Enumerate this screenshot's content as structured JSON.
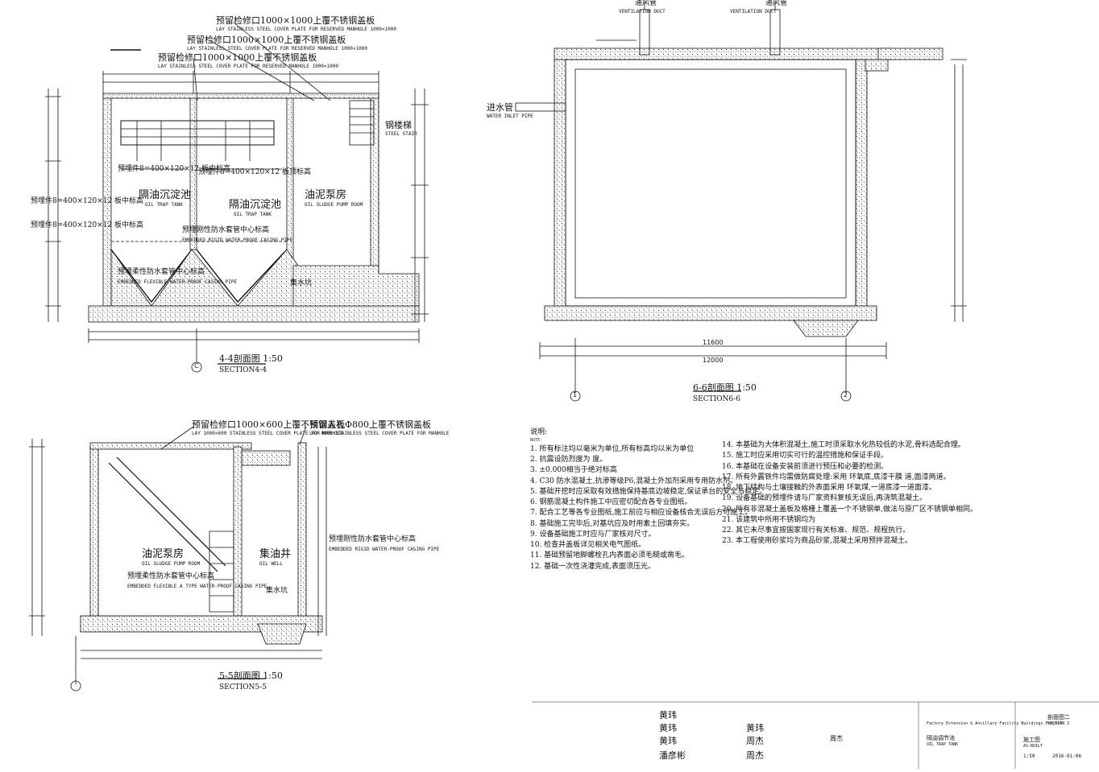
{
  "sections": {
    "s44": {
      "title": "4-4剖面图 1:50",
      "subtitle": "SECTION4-4",
      "axis_label": "C",
      "labels": {
        "manhole1": "预留检修口1000×1000上覆不锈钢盖板",
        "manhole1_en": "LAY STAINLESS STEEL COVER PLATE FOR RESERVED MANHOLE 1000×1000",
        "manhole2": "预留检修口1000×1000上覆不锈钢盖板",
        "manhole2_en": "LAY STAINLESS STEEL COVER PLATE FOR RESERVED MANHOLE 1000×1000",
        "manhole3": "预留检修口1000×1000上覆不锈钢盖板",
        "manhole3_en": "LAY STAINLESS STEEL COVER PLATE FOR RESERVED MANHOLE 1000×1000",
        "stair": "钢楼梯",
        "stair_en": "STEEL STAIR",
        "embed1": "预埋件8=400×120×12 板中标高",
        "embed2": "预埋件8=400×120×12 板顶标高",
        "embed_left1": "预埋件8=400×120×12 板中标高",
        "embed_left2": "预埋件8=400×120×12 板中标高",
        "tank1": "隔油沉淀池",
        "tank1_en": "OIL TRAP TANK",
        "tank2": "隔油沉淀池",
        "tank2_en": "OIL TRAP TANK",
        "pump": "油泥泵房",
        "pump_en": "OIL SLUDGE PUMP ROOM",
        "pipe1": "预埋刚性防水套管中心标高",
        "pipe1_en": "EMBEDDED RIGID WATER-PROOF CASING PIPE",
        "pipe2": "预埋柔性防水套管中心标高",
        "pipe2_en": "EMBEDDED FLEXIBLE WATER-PROOF CASING PIPE",
        "sump": "集水坑"
      }
    },
    "s66": {
      "title": "6-6剖面图 1:50",
      "subtitle": "SECTION6-6",
      "axis_left": "1",
      "axis_right": "2",
      "vent_left": "通风管",
      "vent_left_en": "VENTILATION DUCT",
      "vent_right": "通风管",
      "vent_right_en": "VENTILATION DUCT",
      "inlet": "进水管",
      "inlet_en": "WATER INLET PIPE",
      "dim_top": "12000",
      "dim_mid": "11600"
    },
    "s55": {
      "title": "5-5剖面图 1:50",
      "subtitle": "SECTION5-5",
      "manhole_a": "预留检修口1000×600上覆不锈钢盖板",
      "manhole_a_en": "LAY 1000×600 STAINLESS STEEL COVER PLATE FOR MANHOLE",
      "manhole_b": "预留人孔Φ800上覆不锈钢盖板",
      "manhole_b_en": "LAY Φ800 STAINLESS STEEL COVER PLATE FOR MANHOLE",
      "pump": "油泥泵房",
      "pump_en": "OIL SLUDGE PUMP ROOM",
      "well": "集油井",
      "well_en": "OIL WELL",
      "pipe_flex": "预埋柔性防水套管中心标高",
      "pipe_flex_en": "EMBEDDED FLEXIBLE A TYPE WATER-PROOF CASING PIPE",
      "pipe_rigid": "预埋刚性防水套管中心标高",
      "pipe_rigid_en": "EMBEDDED RIGID WATER-PROOF CASING PIPE",
      "sump": "集水坑"
    }
  },
  "notes": {
    "heading": "说明:",
    "heading_en": "NOTE:",
    "left": [
      "1. 所有标注均以毫米为单位,所有标高均以米为单位",
      "2. 抗震设防烈度为    度。",
      "3. ±0.000相当于绝对标高",
      "4. C30 防水混凝土,抗渗等级P6,混凝土外加剂采用专用防水剂。",
      "5. 基础开挖时应采取有效措施保持基底边坡稳定,保证承台的安全与稳定。",
      "6. 钢筋混凝土构件施工中应密切配合各专业图纸。",
      "7. 配合工艺等各专业图纸,施工前应与相应设备核合无误后方可施工。",
      "8. 基础施工完毕后,对基坑应及时用素土回填夯实。",
      "9. 设备基础施工时应与厂家核对尺寸。",
      "10. 检查井盖板详见相关电气图纸。",
      "11. 基础预留地脚螺栓孔内表面必须毛糙或凿毛。",
      "12. 基础一次性浇灌完成,表面须压光。"
    ],
    "right": [
      "14. 本基础为大体积混凝土,施工时须采取水化热较低的水泥,骨料选配合理。",
      "15. 施工时应采用切实可行的温控措施和保证手段。",
      "16. 本基础在设备安装前须进行预压和必要的检测。",
      "17. 所有外露铁件均需做防腐处理:采用    环氧底,底漆干膜    道,面漆两道。",
      "18. 地下结构与土壤接触的外表面采用    环氧煤,一道底漆一道面漆。",
      "19. 设备基础的预埋件请与厂家资料复核无误后,再浇筑混凝土。",
      "20. 所有非混凝土盖板及格栅上覆盖一个不锈钢单,做法与原厂区不锈钢单相同。",
      "21. 该建筑中所用不锈钢均为",
      "22. 其它未尽事宜按国家现行有关标准、规范、规程执行。",
      "23. 本工程使用砂浆均为商品砂浆,混凝土采用预拌混凝土。"
    ]
  },
  "title_block": {
    "names_a": [
      "黄玮",
      "黄玮",
      "黄玮",
      "潘彦彬"
    ],
    "names_b": [
      "黄玮",
      "周杰",
      "周杰",
      "周杰"
    ],
    "sheet_title": "剖面图二",
    "sheet_title_en": "SECTION 2",
    "project_en": "Factory Extension & Ancillary Facility Buildings Project",
    "drawing_name": "隔油调节池",
    "drawing_name_en": "OIL TRAP TANK",
    "scale": "1:50",
    "stage": "施工图",
    "stage_en": "AS-BUILT",
    "date": "2016-01-06"
  }
}
